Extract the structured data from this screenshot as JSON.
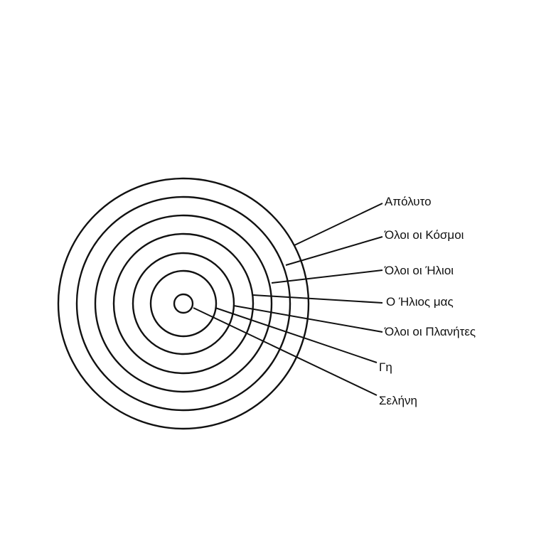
{
  "diagram": {
    "type": "concentric-rings",
    "ring_count": 7,
    "labels": [
      "Απόλυτο",
      "Όλοι οι Κόσμοι",
      "Όλοι οι Ήλιοι",
      "Ο Ήλιος μας",
      "Όλοι οι Πλανήτες",
      "Γη",
      "Σελήνη"
    ],
    "line_color": "#111111",
    "background_color": "#ffffff"
  }
}
